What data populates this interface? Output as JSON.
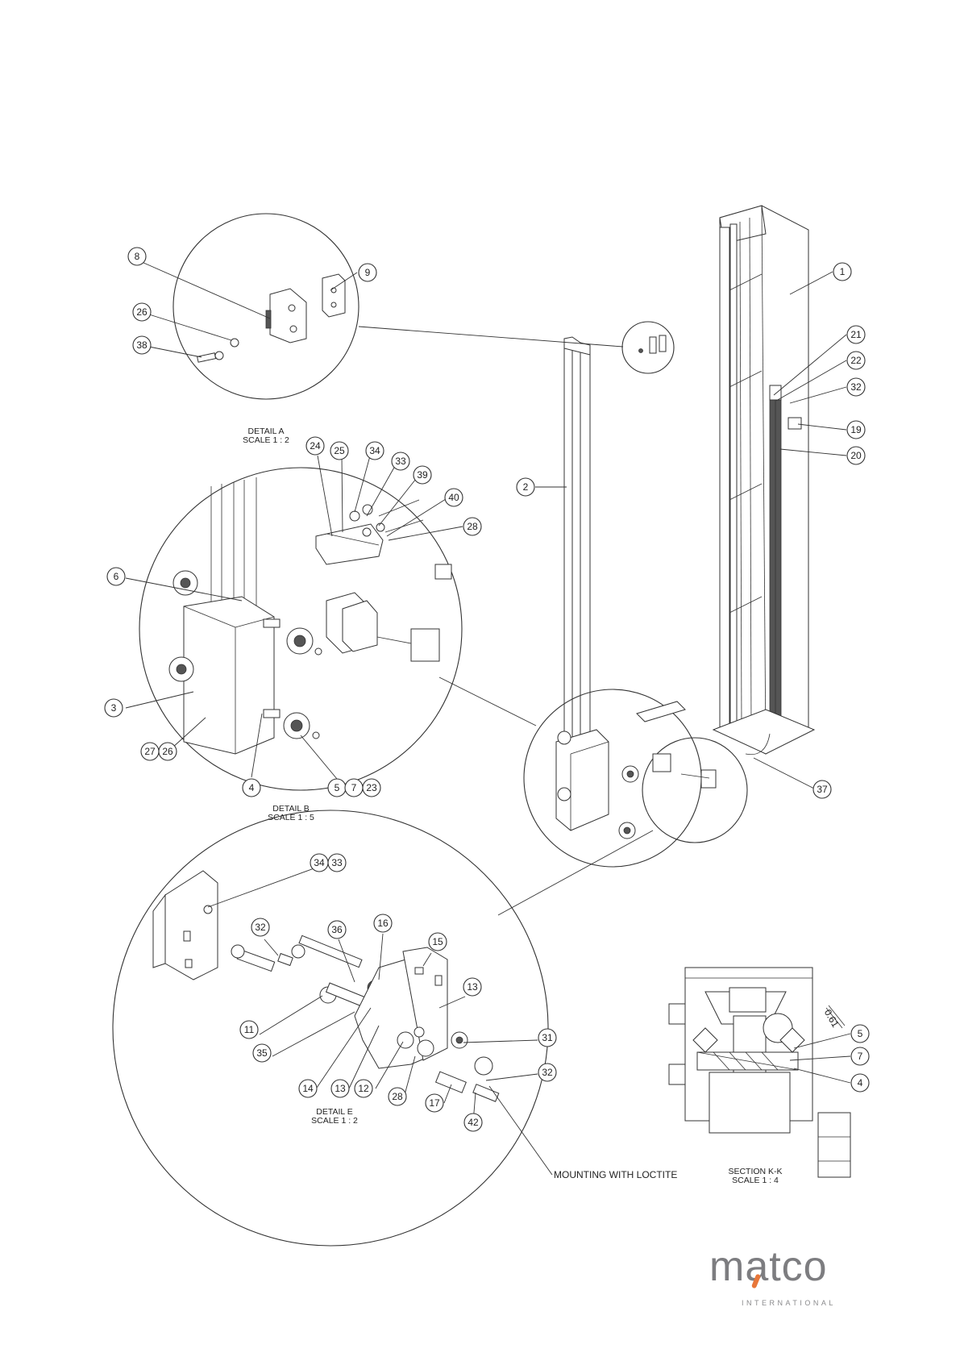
{
  "captions": {
    "detail_a": "DETAIL A",
    "detail_a_scale": "SCALE 1 : 2",
    "detail_b": "DETAIL B",
    "detail_b_scale": "SCALE 1 : 5",
    "detail_e": "DETAIL E",
    "detail_e_scale": "SCALE 1 : 2",
    "section_kk": "SECTION K-K",
    "section_kk_scale": "SCALE 1 : 4"
  },
  "notes": {
    "mounting": "MOUNTING WITH LOCTITE",
    "dimension": "0.61"
  },
  "logo": {
    "word": "matco",
    "sub": "INTERNATIONAL",
    "accent_color": "#e8773a",
    "text_color": "#7d7d80"
  },
  "balloons": {
    "main": [
      "1",
      "21",
      "22",
      "32",
      "19",
      "20",
      "2",
      "37"
    ],
    "detail_a": [
      "8",
      "9",
      "26",
      "38"
    ],
    "detail_b": [
      "24",
      "25",
      "34",
      "33",
      "39",
      "40",
      "28",
      "6",
      "3",
      "27",
      "26",
      "4",
      "5",
      "7",
      "23"
    ],
    "detail_e": [
      "34",
      "33",
      "32",
      "36",
      "16",
      "15",
      "13",
      "11",
      "35",
      "14",
      "13",
      "12",
      "28",
      "17",
      "31",
      "32",
      "42"
    ],
    "section_kk": [
      "5",
      "7",
      "4"
    ]
  }
}
